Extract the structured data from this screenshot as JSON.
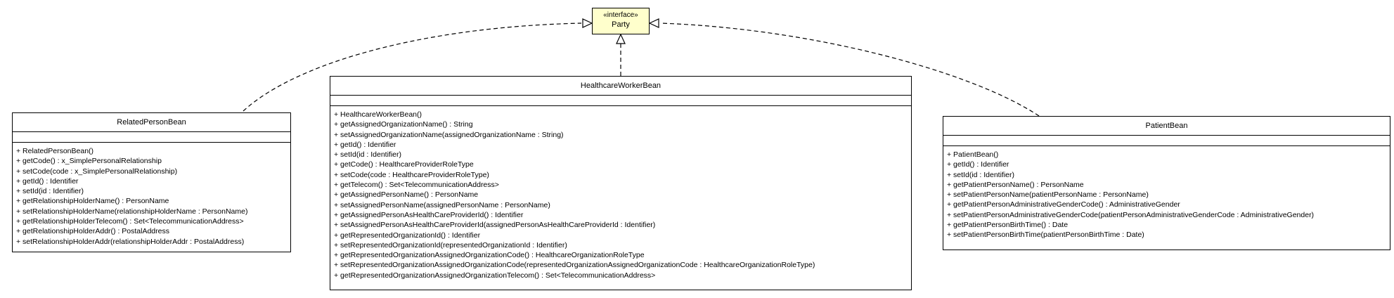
{
  "interface": {
    "stereotype": "«interface»",
    "name": "Party",
    "fill": "#ffffcc"
  },
  "related_person": {
    "name": "RelatedPersonBean",
    "operations": [
      "+ RelatedPersonBean()",
      "+ getCode() : x_SimplePersonalRelationship",
      "+ setCode(code : x_SimplePersonalRelationship)",
      "+ getId() : Identifier",
      "+ setId(id : Identifier)",
      "+ getRelationshipHolderName() : PersonName",
      "+ setRelationshipHolderName(relationshipHolderName : PersonName)",
      "+ getRelationshipHolderTelecom() : Set<TelecommunicationAddress>",
      "+ getRelationshipHolderAddr() : PostalAddress",
      "+ setRelationshipHolderAddr(relationshipHolderAddr : PostalAddress)"
    ]
  },
  "healthcare_worker": {
    "name": "HealthcareWorkerBean",
    "operations": [
      "+ HealthcareWorkerBean()",
      "+ getAssignedOrganizationName() : String",
      "+ setAssignedOrganizationName(assignedOrganizationName : String)",
      "+ getId() : Identifier",
      "+ setId(id : Identifier)",
      "+ getCode() : HealthcareProviderRoleType",
      "+ setCode(code : HealthcareProviderRoleType)",
      "+ getTelecom() : Set<TelecommunicationAddress>",
      "+ getAssignedPersonName() : PersonName",
      "+ setAssignedPersonName(assignedPersonName : PersonName)",
      "+ getAssignedPersonAsHealthCareProviderId() : Identifier",
      "+ setAssignedPersonAsHealthCareProviderId(assignedPersonAsHealthCareProviderId : Identifier)",
      "+ getRepresentedOrganizationId() : Identifier",
      "+ setRepresentedOrganizationId(representedOrganizationId : Identifier)",
      "+ getRepresentedOrganizationAssignedOrganizationCode() : HealthcareOrganizationRoleType",
      "+ setRepresentedOrganizationAssignedOrganizationCode(representedOrganizationAssignedOrganizationCode : HealthcareOrganizationRoleType)",
      "+ getRepresentedOrganizationAssignedOrganizationTelecom() : Set<TelecommunicationAddress>"
    ]
  },
  "patient": {
    "name": "PatientBean",
    "operations": [
      "+ PatientBean()",
      "+ getId() : Identifier",
      "+ setId(id : Identifier)",
      "+ getPatientPersonName() : PersonName",
      "+ setPatientPersonName(patientPersonName : PersonName)",
      "+ getPatientPersonAdministrativeGenderCode() : AdministrativeGender",
      "+ setPatientPersonAdministrativeGenderCode(patientPersonAdministrativeGenderCode : AdministrativeGender)",
      "+ getPatientPersonBirthTime() : Date",
      "+ setPatientPersonBirthTime(patientPersonBirthTime : Date)"
    ]
  }
}
